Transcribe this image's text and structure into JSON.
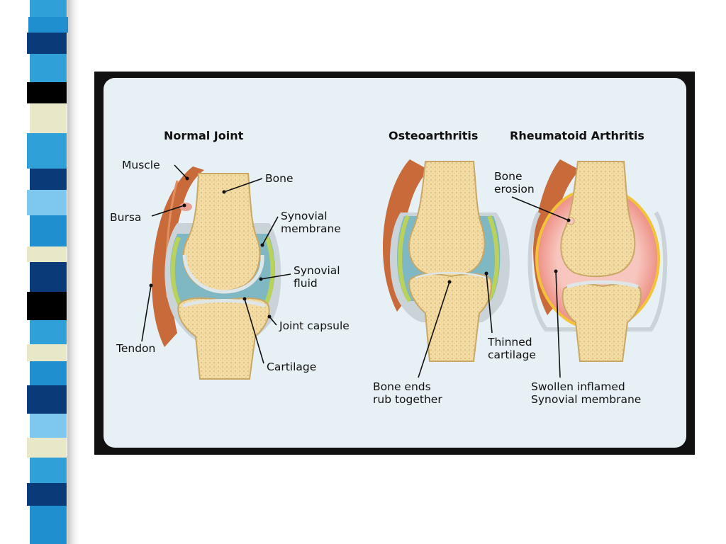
{
  "slide": {
    "stripe_colors": [
      "#2fa0d8",
      "#e8e8c8",
      "#0a3a78",
      "#000000",
      "#7ec8f0",
      "#1f8fd0"
    ]
  },
  "panels": {
    "normal": {
      "title": "Normal Joint",
      "labels": {
        "muscle": "Muscle",
        "bone": "Bone",
        "bursa": "Bursa",
        "synovial_membrane": [
          "Synovial",
          "membrane"
        ],
        "synovial_fluid": [
          "Synovial",
          "fluid"
        ],
        "joint_capsule": "Joint capsule",
        "tendon": "Tendon",
        "cartilage": "Cartilage"
      }
    },
    "osteo": {
      "title": "Osteoarthritis",
      "labels": {
        "thinned_cartilage": [
          "Thinned",
          "cartilage"
        ],
        "bone_ends": [
          "Bone ends",
          "rub together"
        ]
      }
    },
    "rheum": {
      "title": "Rheumatoid Arthritis",
      "labels": {
        "bone_erosion": [
          "Bone",
          "erosion"
        ],
        "swollen": [
          "Swollen inflamed",
          "Synovial membrane"
        ]
      }
    }
  },
  "colors": {
    "frame": "#111111",
    "panel_bg": "#e6f0f5",
    "bone_fill": "#f3dca4",
    "bone_edge": "#c9a866",
    "muscle": "#c86a3a",
    "capsule": "#c9d3d8",
    "synovial_fluid": "#7fb7c2",
    "membrane_green": "#b9d35a",
    "cartilage": "#dfe6e8",
    "inflamed": "#f2a29a"
  }
}
